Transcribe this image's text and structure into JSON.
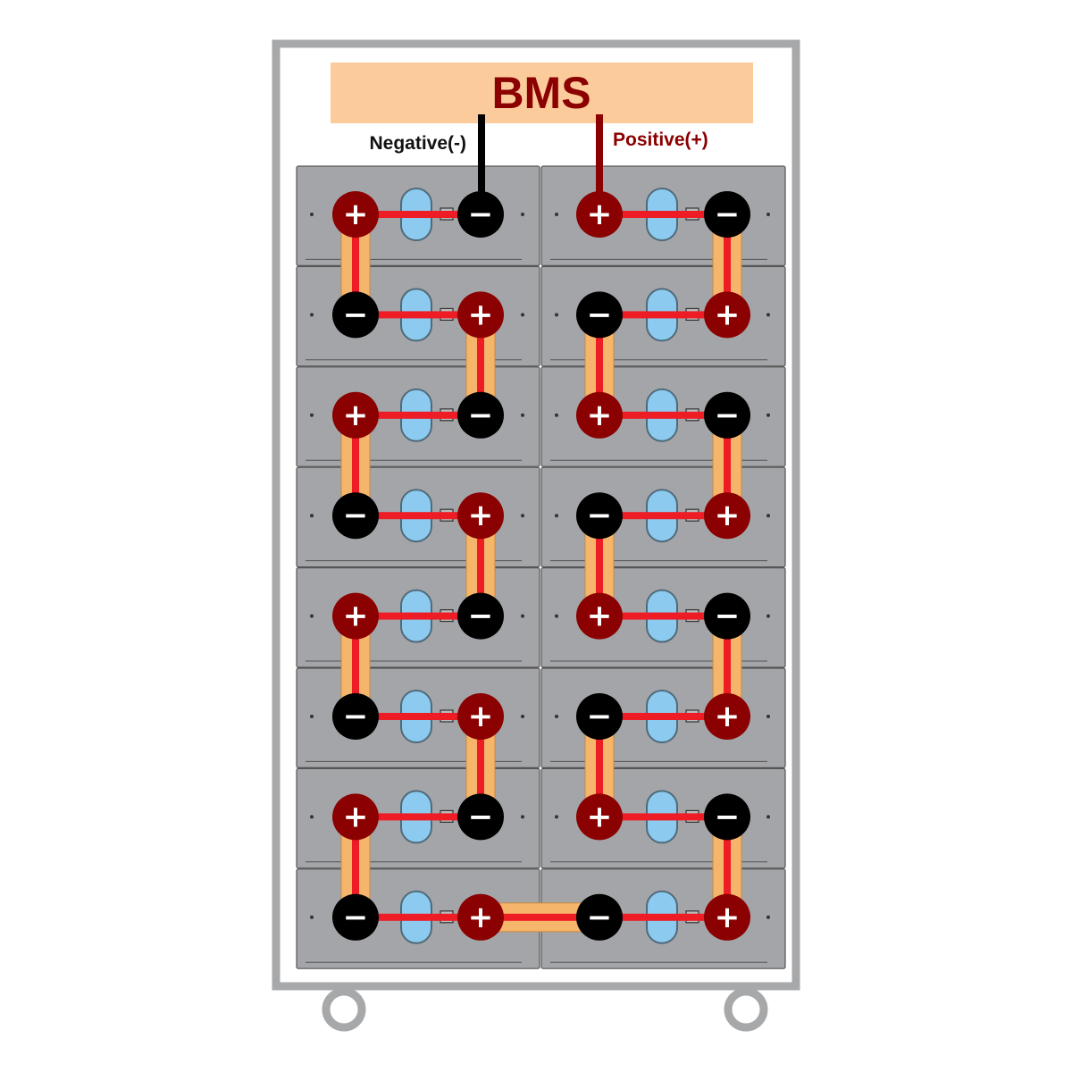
{
  "bms": {
    "title": "BMS",
    "negative_label": "Negative(-)",
    "positive_label": "Positive(+)"
  },
  "symbols": {
    "positive": "+",
    "negative": "−"
  },
  "colors": {
    "frame": "#a7a8aa",
    "bms_box": "#fccb9c",
    "bms_text": "#8b0000",
    "cell": "#a4a5a8",
    "positive_terminal": "#8b0000",
    "negative_terminal": "#000000",
    "wire": "#ee1c25",
    "busbar": "#f5b66c",
    "vent": "#8ccbef"
  },
  "cells": {
    "rows": 8,
    "columns": 2,
    "row_polarity": [
      [
        "+",
        "-"
      ],
      [
        "-",
        "+"
      ],
      [
        "+",
        "-"
      ],
      [
        "-",
        "+"
      ],
      [
        "+",
        "-"
      ],
      [
        "-",
        "+"
      ],
      [
        "+",
        "-"
      ],
      [
        "-",
        "+"
      ]
    ]
  }
}
